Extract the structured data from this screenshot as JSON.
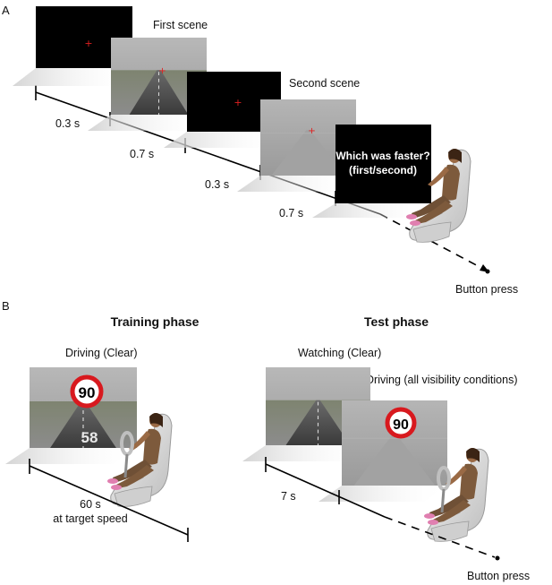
{
  "panel_a": {
    "label": "A",
    "first_scene": "First scene",
    "second_scene": "Second scene",
    "question_line1": "Which was faster?",
    "question_line2": "(first/second)",
    "t1": "0.3 s",
    "t2": "0.7 s",
    "t3": "0.3 s",
    "t4": "0.7 s",
    "button_press": "Button press"
  },
  "panel_b": {
    "label": "B",
    "training_title": "Training phase",
    "test_title": "Test phase",
    "driving_clear": "Driving (Clear)",
    "watching_clear": "Watching (Clear)",
    "driving_all": "Driving (all visibility conditions)",
    "speed_sign": "90",
    "road_number": "58",
    "training_duration_1": "60 s",
    "training_duration_2": "at target speed",
    "test_duration": "7 s",
    "button_press": "Button press"
  },
  "colors": {
    "sky": "#a9a9a9",
    "grass": "#8e9a78",
    "road": "#5a5a5a",
    "fixation": "#e02020",
    "sign_ring": "#d8191e",
    "seat": "#e3e3e3",
    "skin": "#9a6a45",
    "shoe": "#e07fb0"
  }
}
